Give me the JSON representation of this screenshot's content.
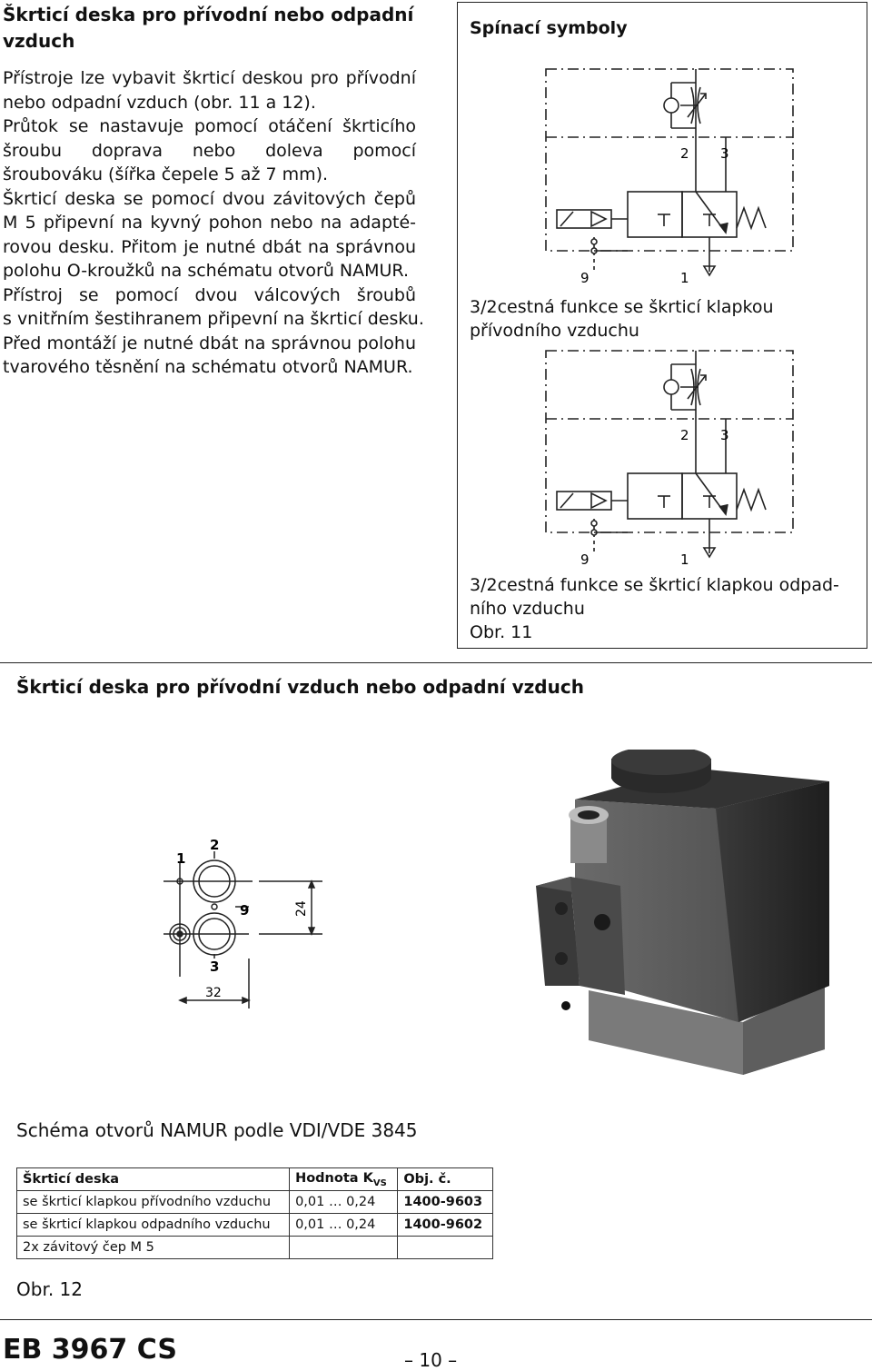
{
  "left": {
    "heading_lines": [
      "Škrticí deska pro přívodní nebo odpadní",
      "vzduch"
    ],
    "paragraph_lines": [
      "Přístroje lze vybavit škrticí deskou pro přívodní",
      "nebo odpadní vzduch (obr. 11 a 12).",
      "Průtok se nastavuje pomocí otáčení škrticího",
      "šroubu doprava nebo doleva pomocí",
      "šroubováku (šířka čepele 5 až 7 mm).",
      "Škrticí deska se pomocí dvou závitových čepů",
      "M 5 připevní na kyvný pohon nebo na adapté-",
      "rovou desku. Přitom je nutné dbát na správnou",
      "polohu O-kroužků na schématu otvorů NAMUR.",
      "Přístroj se pomocí dvou válcových šroubů",
      "s vnitřním šestihranem připevní na škrticí desku.",
      "Před montáží je nutné dbát na správnou polohu",
      "tvarového těsnění na schématu otvorů NAMUR."
    ]
  },
  "right_box": {
    "title": "Spínací symboly",
    "diagram1": {
      "port_labels": [
        "2",
        "3",
        "9",
        "1"
      ]
    },
    "caption1_lines": [
      "3/2cestná funkce se škrticí klapkou",
      "přívodního vzduchu"
    ],
    "diagram2": {
      "port_labels": [
        "2",
        "3",
        "9",
        "1"
      ]
    },
    "caption2_lines": [
      "3/2cestná funkce se škrticí klapkou odpad-",
      "ního vzduchu"
    ],
    "figure_label": "Obr. 11"
  },
  "section2": {
    "heading": "Škrticí deska pro přívodní vzduch nebo odpadní vzduch",
    "namur": {
      "labels": [
        "1",
        "2",
        "9",
        "24",
        "3",
        "32"
      ]
    },
    "schema_caption": "Schéma otvorů NAMUR podle VDI/VDE 3845",
    "table": {
      "headers": [
        "Škrticí deska",
        "Hodnota K",
        "VS",
        "Obj. č."
      ],
      "rows": [
        [
          "se škrticí klapkou přívodního vzduchu",
          "0,01 … 0,24",
          "1400-9603"
        ],
        [
          "se škrticí klapkou odpadního vzduchu",
          "0,01 … 0,24",
          "1400-9602"
        ],
        [
          "2x závitový čep M 5",
          "",
          ""
        ]
      ]
    },
    "figure_label": "Obr. 12"
  },
  "footer": {
    "doc_id": "EB 3967 CS",
    "page_number": "– 10 –"
  }
}
